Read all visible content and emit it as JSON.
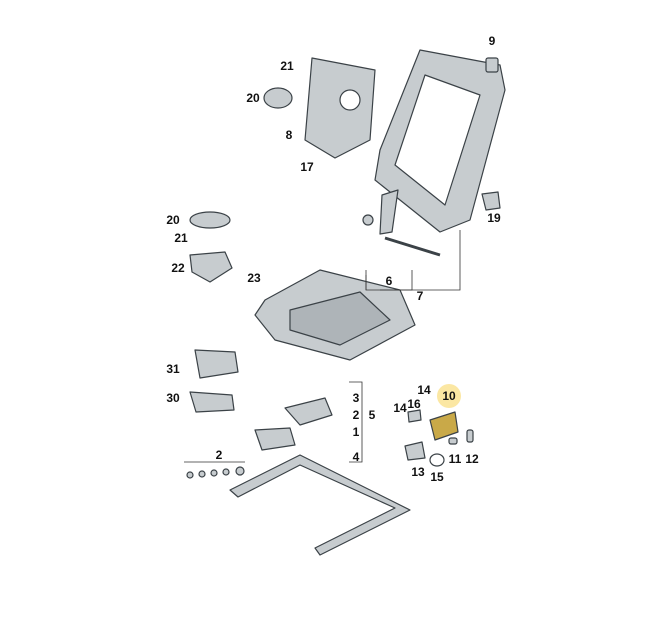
{
  "diagram": {
    "callouts": [
      "9",
      "21",
      "20",
      "8",
      "17",
      "19",
      "20",
      "21",
      "22",
      "23",
      "6",
      "7",
      "31",
      "30",
      "3",
      "2",
      "5",
      "1",
      "2",
      "4",
      "14",
      "16",
      "14",
      "10",
      "13",
      "11",
      "12",
      "15"
    ],
    "highlighted_callout": "10",
    "colors": {
      "part_fill": "#c7cccf",
      "part_stroke": "#3b4247",
      "highlight": "#fbe7a3",
      "highlight_part": "#c9a948"
    }
  }
}
